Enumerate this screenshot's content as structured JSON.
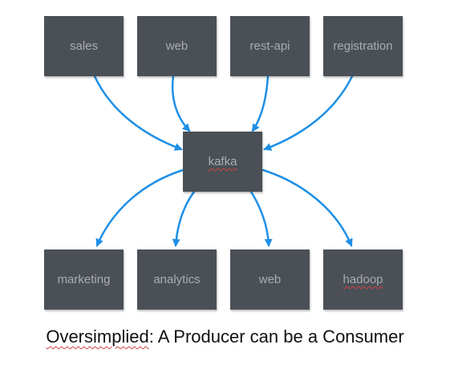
{
  "producers": [
    {
      "id": "sales",
      "label": "sales",
      "spell": false
    },
    {
      "id": "web",
      "label": "web",
      "spell": false
    },
    {
      "id": "rest-api",
      "label": "rest-api",
      "spell": false
    },
    {
      "id": "registration",
      "label": "registration",
      "spell": false
    }
  ],
  "broker": {
    "label": "kafka",
    "spell": true
  },
  "consumers": [
    {
      "id": "marketing",
      "label": "marketing",
      "spell": false
    },
    {
      "id": "analytics",
      "label": "analytics",
      "spell": false
    },
    {
      "id": "web",
      "label": "web",
      "spell": false
    },
    {
      "id": "hadoop",
      "label": "hadoop",
      "spell": true
    }
  ],
  "caption": {
    "word": "Oversimplied",
    "rest": ": A Producer can be a Consumer"
  },
  "colors": {
    "node_bg": "#4b5057",
    "node_text": "#a9adb2",
    "arrow": "#1e8fe6",
    "spellcheck": "#d04040"
  }
}
